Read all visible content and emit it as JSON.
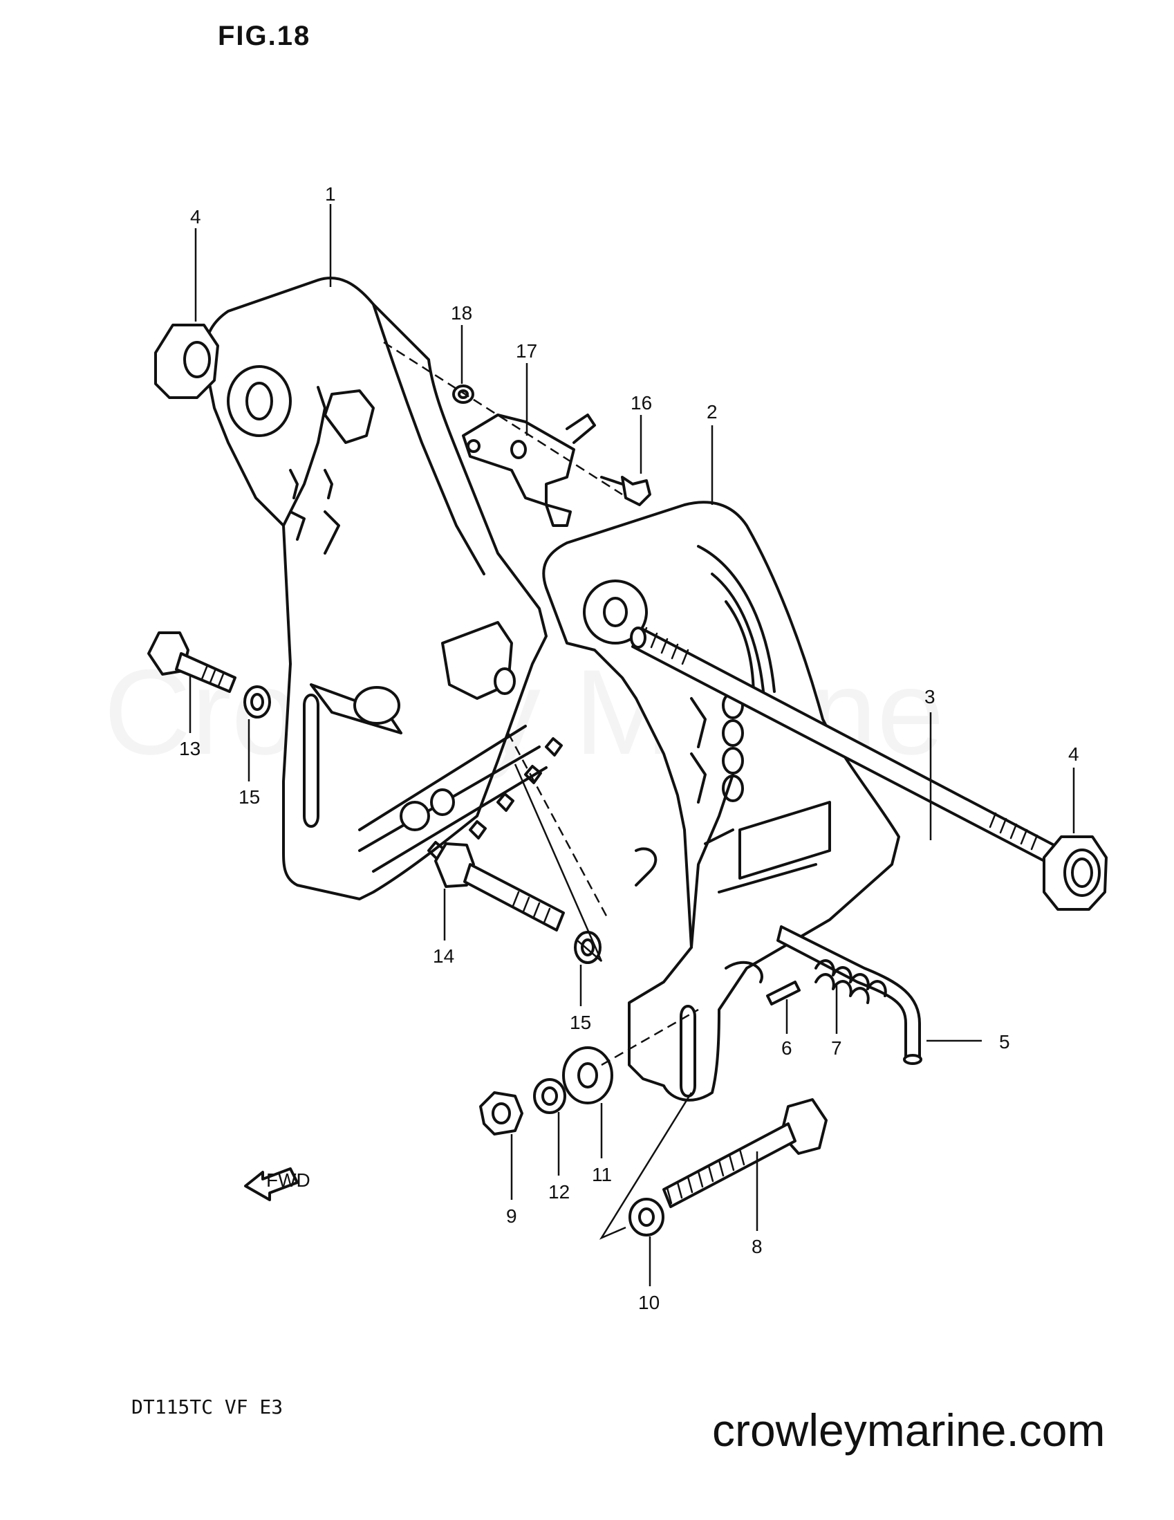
{
  "figure": {
    "title": "FIG.18",
    "model_code": "DT115TC VF E3",
    "watermark": "Crowley Marine",
    "site_url": "crowleymarine.com",
    "fwd_label": "FWD"
  },
  "callouts": [
    {
      "id": "1",
      "label": "1"
    },
    {
      "id": "2",
      "label": "2"
    },
    {
      "id": "3",
      "label": "3"
    },
    {
      "id": "4a",
      "label": "4"
    },
    {
      "id": "4b",
      "label": "4"
    },
    {
      "id": "5",
      "label": "5"
    },
    {
      "id": "6",
      "label": "6"
    },
    {
      "id": "7",
      "label": "7"
    },
    {
      "id": "8",
      "label": "8"
    },
    {
      "id": "9",
      "label": "9"
    },
    {
      "id": "10",
      "label": "10"
    },
    {
      "id": "11",
      "label": "11"
    },
    {
      "id": "12",
      "label": "12"
    },
    {
      "id": "13",
      "label": "13"
    },
    {
      "id": "14",
      "label": "14"
    },
    {
      "id": "15a",
      "label": "15"
    },
    {
      "id": "15b",
      "label": "15"
    },
    {
      "id": "16",
      "label": "16"
    },
    {
      "id": "17",
      "label": "17"
    },
    {
      "id": "18",
      "label": "18"
    }
  ]
}
